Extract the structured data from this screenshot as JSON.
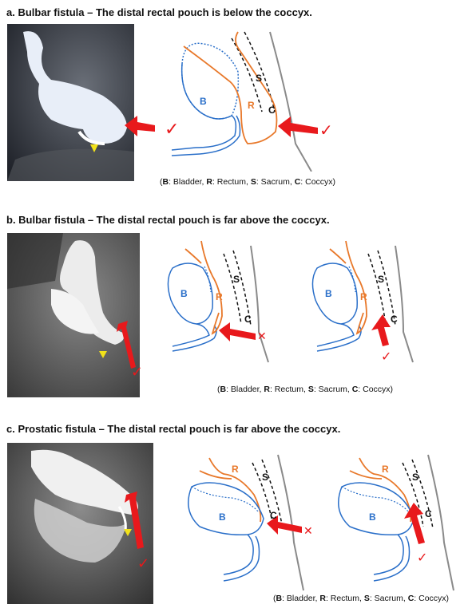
{
  "panels": [
    {
      "title": "a. Bulbar fistula – The distal rectal pouch is below the coccyx.",
      "caption": {
        "open": "(",
        "b": "B",
        "b_text": ": Bladder, ",
        "r": "R",
        "r_text": ": Rectum, ",
        "s": "S",
        "s_text": ": Sacrum, ",
        "c": "C",
        "c_text": ": Coccyx)"
      },
      "diagrams": [
        {
          "labels": {
            "bladder": "B",
            "rectum": "R",
            "sacrum": "S",
            "coccyx": "C"
          },
          "mark": "✓"
        }
      ],
      "xray_mark": "✓"
    },
    {
      "title": "b. Bulbar fistula – The distal rectal pouch is far above the coccyx.",
      "caption": {
        "open": "(",
        "b": "B",
        "b_text": ": Bladder, ",
        "r": "R",
        "r_text": ": Rectum, ",
        "s": "S",
        "s_text": ": Sacrum, ",
        "c": "C",
        "c_text": ": Coccyx)"
      },
      "diagrams": [
        {
          "labels": {
            "bladder": "B",
            "rectum": "R",
            "sacrum": "S",
            "coccyx": "C"
          },
          "mark": "✕"
        },
        {
          "labels": {
            "bladder": "B",
            "rectum": "R",
            "sacrum": "S",
            "coccyx": "C"
          },
          "mark": "✓"
        }
      ],
      "xray_mark": "✓"
    },
    {
      "title": "c. Prostatic fistula – The distal rectal pouch is far above the coccyx.",
      "caption": {
        "open": "(",
        "b": "B",
        "b_text": ": Bladder, ",
        "r": "R",
        "r_text": ": Rectum, ",
        "s": "S",
        "s_text": ": Sacrum, ",
        "c": "C",
        "c_text": ": Coccyx)"
      },
      "diagrams": [
        {
          "labels": {
            "bladder": "B",
            "rectum": "R",
            "sacrum": "S",
            "coccyx": "C"
          },
          "mark": "✕"
        },
        {
          "labels": {
            "bladder": "B",
            "rectum": "R",
            "sacrum": "S",
            "coccyx": "C"
          },
          "mark": "✓"
        }
      ],
      "xray_mark": "✓"
    }
  ],
  "colors": {
    "bladder": "#2a6fc9",
    "rectum": "#e8782a",
    "arrow": "#e8191c",
    "marker": "#f2e21a",
    "sacrum": "#111111",
    "body_outline": "#8a8a8a"
  }
}
